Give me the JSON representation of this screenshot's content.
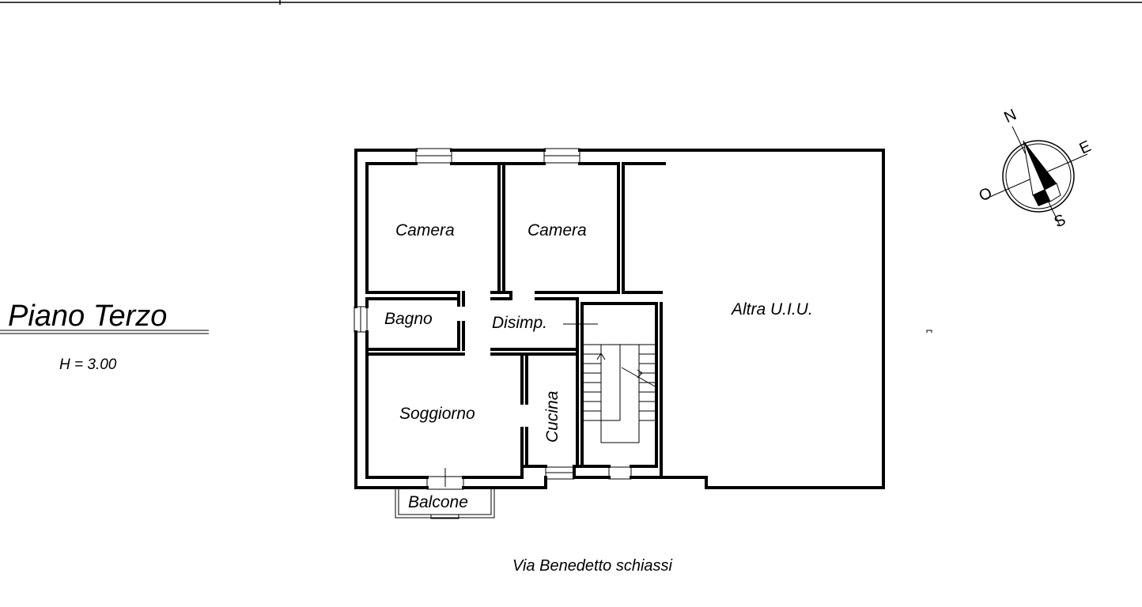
{
  "floor": {
    "title": "Piano Terzo",
    "height_label": "H = 3.00"
  },
  "rooms": {
    "camera_left": "Camera",
    "camera_right": "Camera",
    "bagno": "Bagno",
    "disimpegno": "Disimp.",
    "soggiorno": "Soggiorno",
    "cucina": "Cucina",
    "balcone": "Balcone",
    "altra_uiu": "Altra U.I.U."
  },
  "compass": {
    "north": "N",
    "east": "E",
    "south": "S",
    "west": "O"
  },
  "street": "Via Benedetto schiassi",
  "colors": {
    "ink": "#000000",
    "paper": "#ffffff"
  }
}
